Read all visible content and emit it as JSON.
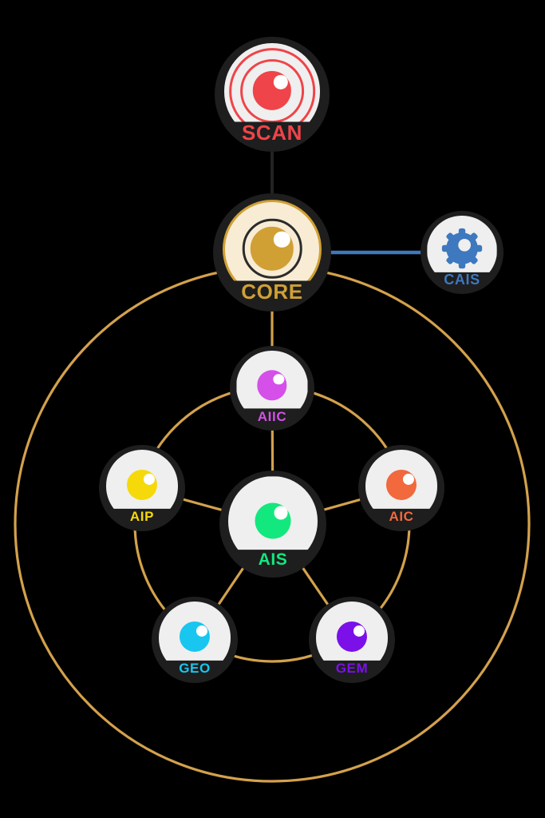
{
  "colors": {
    "background": "#000000",
    "node-dark": "#1E1E1E",
    "face-default": "#EFEFEF",
    "gold": "#D3A14C",
    "link-dark": "#232323",
    "scan": "#EF4449",
    "core": "#D0A035",
    "core-face": "#F8ECD4",
    "cais": "#3E78BE",
    "aiic": "#D450E8",
    "aip": "#F5D90A",
    "aic": "#F1693C",
    "ais": "#12E87E",
    "geo": "#18C6F0",
    "gem": "#7B10E9"
  },
  "nodes": {
    "scan": {
      "label": "SCAN",
      "icon": "radar-eye-icon"
    },
    "core": {
      "label": "CORE",
      "icon": "eye-icon"
    },
    "cais": {
      "label": "CAIS",
      "icon": "gear-icon"
    },
    "aiic": {
      "label": "AIIC",
      "icon": "eye-icon"
    },
    "aip": {
      "label": "AIP",
      "icon": "eye-icon"
    },
    "aic": {
      "label": "AIC",
      "icon": "eye-icon"
    },
    "ais": {
      "label": "AIS",
      "icon": "eye-icon"
    },
    "geo": {
      "label": "GEO",
      "icon": "eye-icon"
    },
    "gem": {
      "label": "GEM",
      "icon": "eye-icon"
    }
  },
  "connections": [
    {
      "from": "SCAN",
      "to": "CORE",
      "style": "dark"
    },
    {
      "from": "CORE",
      "to": "CAIS",
      "style": "blue"
    },
    {
      "from": "CORE",
      "to": "AIIC",
      "style": "gold"
    },
    {
      "from": "AIS",
      "to": "AIIC",
      "style": "gold"
    },
    {
      "from": "AIS",
      "to": "AIP",
      "style": "gold"
    },
    {
      "from": "AIS",
      "to": "AIC",
      "style": "gold"
    },
    {
      "from": "AIS",
      "to": "GEO",
      "style": "gold"
    },
    {
      "from": "AIS",
      "to": "GEM",
      "style": "gold"
    }
  ],
  "rings": [
    {
      "name": "satellite-ring",
      "members": [
        "AIIC",
        "AIP",
        "AIC",
        "GEO",
        "GEM"
      ],
      "style": "gold"
    },
    {
      "name": "outer-ring",
      "members": [
        "CORE",
        "AIIC",
        "AIP",
        "AIC",
        "AIS",
        "GEO",
        "GEM"
      ],
      "style": "gold"
    }
  ]
}
